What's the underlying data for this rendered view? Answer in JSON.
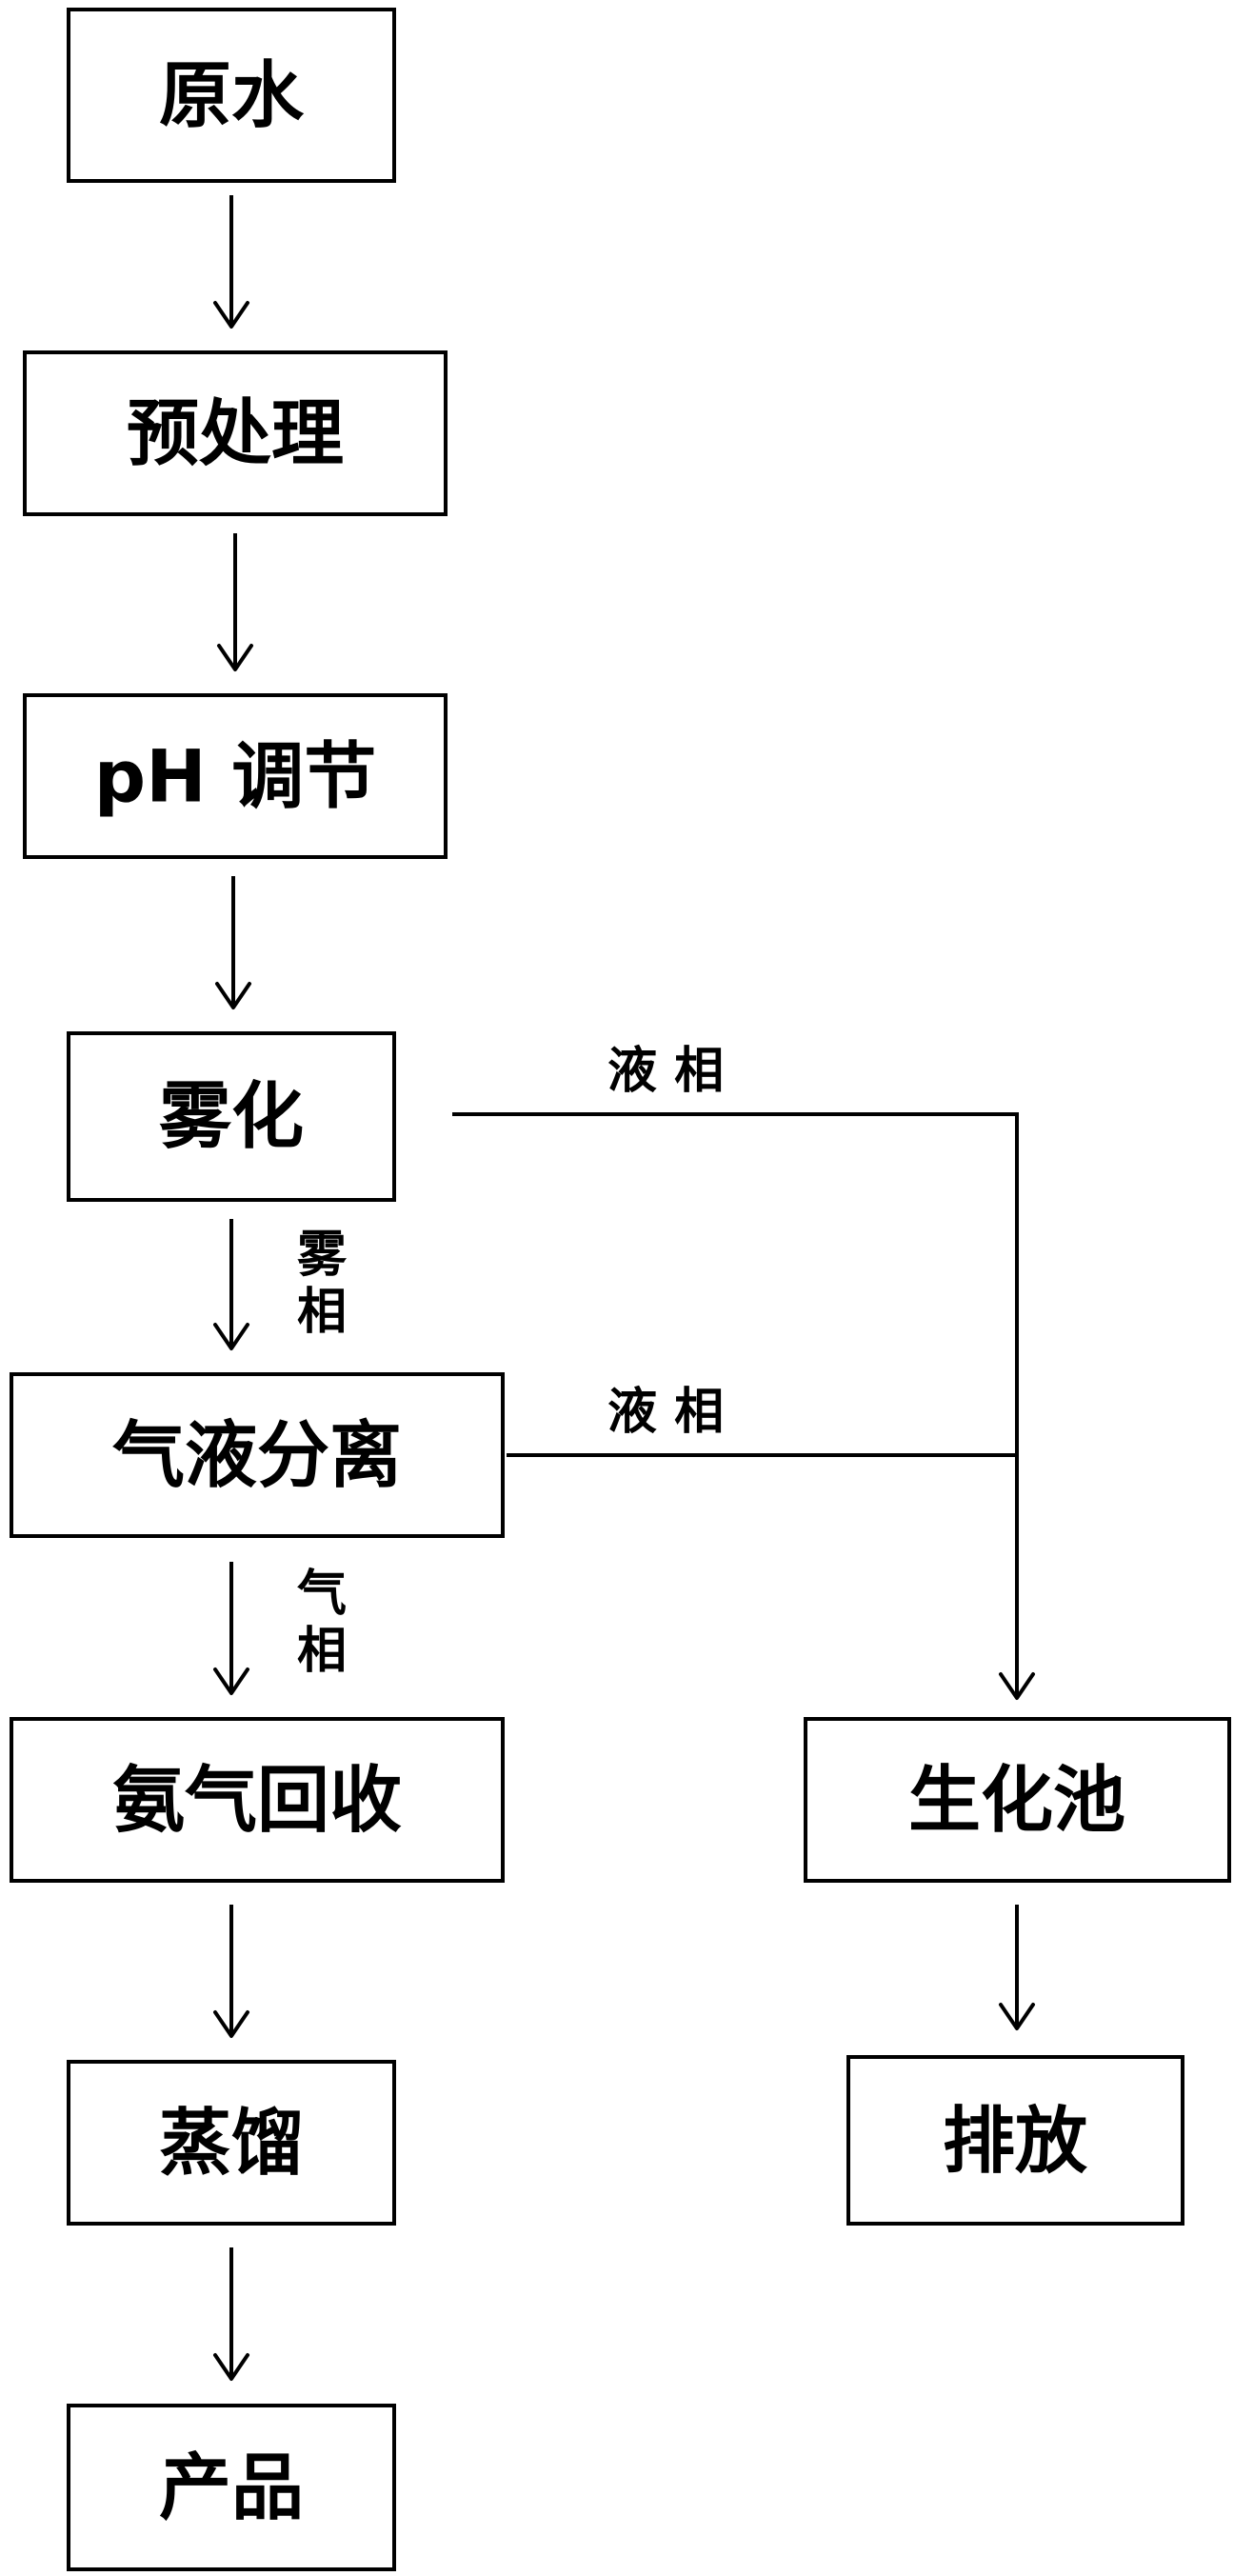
{
  "nodes": {
    "raw_water": "原水",
    "pretreatment": "预处理",
    "ph_adjust": "pH 调节",
    "atomization": "雾化",
    "gas_liquid_separation": "气液分离",
    "ammonia_recovery": "氨气回收",
    "distillation": "蒸馏",
    "product": "产品",
    "biochemical_tank": "生化池",
    "discharge": "排放"
  },
  "edge_labels": {
    "atomization_liquid_phase": "液 相",
    "separation_liquid_phase": "液 相",
    "mist_phase_top": "雾",
    "mist_phase_bottom": "相",
    "gas_phase_top": "气",
    "gas_phase_bottom": "相"
  }
}
